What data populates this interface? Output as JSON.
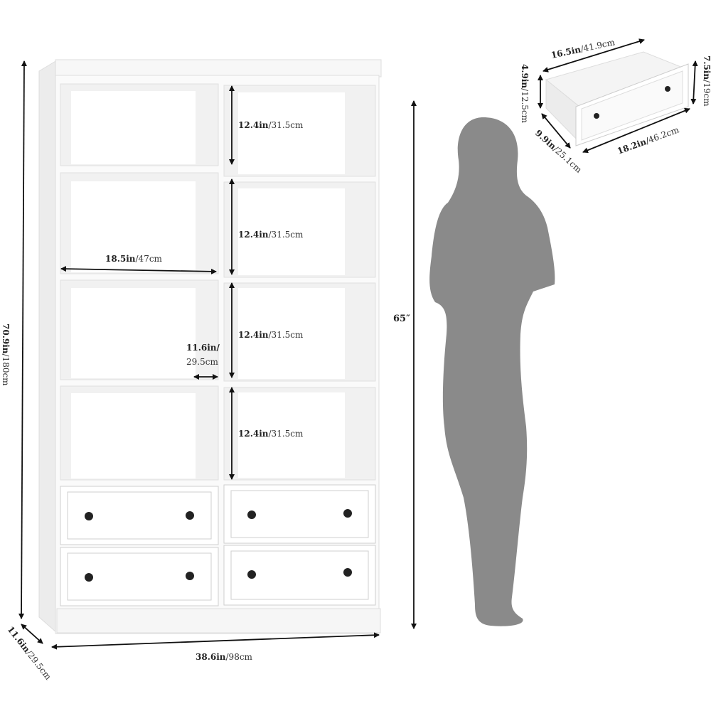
{
  "bookcase": {
    "shelf_height": {
      "in": "12.4in",
      "cm": "/31.5cm"
    },
    "shelf_width": {
      "in": "18.5in",
      "cm": "/47cm"
    },
    "shelf_depth": {
      "in": "11.6in/",
      "cm": "29.5cm"
    },
    "total_height": {
      "in": "70.9in",
      "cm": "/180cm"
    },
    "total_width": {
      "in": "38.6in",
      "cm": "/98cm"
    },
    "total_depth": {
      "in": "11.6in",
      "cm": "/29.5cm"
    }
  },
  "person": {
    "height": "65″"
  },
  "drawer": {
    "inner_width": {
      "in": "16.5in",
      "cm": "/41.9cm"
    },
    "outer_width": {
      "in": "18.2in",
      "cm": "/46.2cm"
    },
    "inner_height": {
      "in": "4.9in",
      "cm": "/12.5cm"
    },
    "front_height": {
      "in": "7.5in",
      "cm": "/19cm"
    },
    "depth": {
      "in": "9.9in",
      "cm": "/25.1cm"
    }
  },
  "colors": {
    "silhouette": "#8a8a8a",
    "panel": "#ffffff",
    "shadow": "#e6e6e6"
  }
}
